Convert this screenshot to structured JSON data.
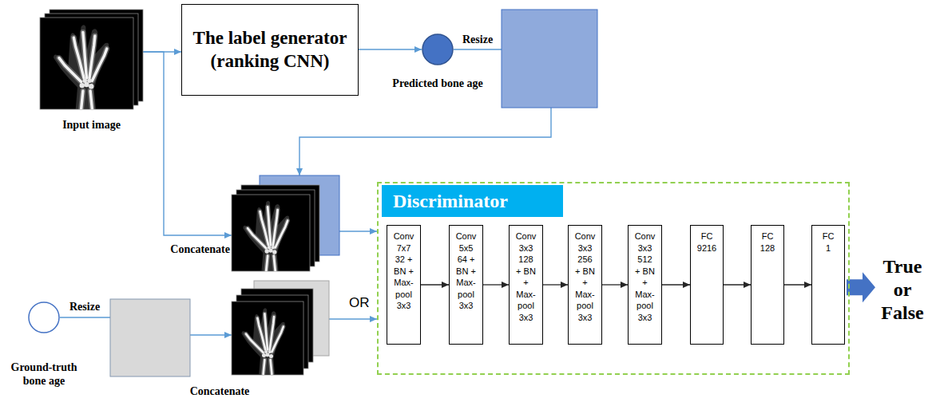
{
  "diagram": {
    "nodes": [
      {
        "text": [
          "Input image"
        ]
      },
      {
        "text": [
          "The label generator (ranking CNN)"
        ]
      },
      {
        "text": [
          "Predicted bone age"
        ]
      },
      {
        "text": [
          "Concatenate"
        ]
      },
      {
        "text": [
          "Ground-truth bone age"
        ]
      },
      {
        "text": [
          "Concatenate"
        ]
      },
      {
        "text": [
          "Discriminator"
        ]
      },
      {
        "text": [
          "Conv 7x7 32 + BN + Max-pool 3x3"
        ],
        "in": 6
      },
      {
        "text": [
          "Conv 5x5 64 + BN + Max-pool 3x3"
        ],
        "in": 6
      },
      {
        "text": [
          "Conv 3x3 128 + BN + Max-pool 3x3"
        ],
        "in": 6
      },
      {
        "text": [
          "Conv 3x3 256 + BN + Max-pool 3x3"
        ],
        "in": 6
      },
      {
        "text": [
          "Conv 3x3 512 + BN + Max-pool 3x3"
        ],
        "in": 6
      },
      {
        "text": [
          "FC 9216"
        ],
        "in": 6
      },
      {
        "text": [
          "FC 128"
        ],
        "in": 6
      },
      {
        "text": [
          "FC 1"
        ],
        "in": 6
      },
      {
        "text": [
          "True or False"
        ]
      }
    ],
    "edges": [
      {
        "from": 0,
        "to": 1,
        "arrow": "to"
      },
      {
        "from": 1,
        "to": 2,
        "arrow": "to"
      },
      {
        "from": 2,
        "to": 3,
        "arrow": "to",
        "label": "Resize"
      },
      {
        "from": 0,
        "to": 3,
        "arrow": "to"
      },
      {
        "from": 3,
        "to": 6,
        "arrow": "to"
      },
      {
        "from": 4,
        "to": 5,
        "arrow": "to",
        "label": "Resize"
      },
      {
        "from": 5,
        "to": 6,
        "arrow": "to"
      },
      {
        "from": 7,
        "to": 8,
        "arrow": "to"
      },
      {
        "from": 8,
        "to": 9,
        "arrow": "to"
      },
      {
        "from": 9,
        "to": 10,
        "arrow": "to"
      },
      {
        "from": 10,
        "to": 11,
        "arrow": "to"
      },
      {
        "from": 11,
        "to": 12,
        "arrow": "to"
      },
      {
        "from": 12,
        "to": 13,
        "arrow": "to"
      },
      {
        "from": 13,
        "to": 14,
        "arrow": "to"
      },
      {
        "from": 14,
        "to": 15,
        "arrow": "to"
      }
    ],
    "labels": [
      "OR"
    ]
  }
}
